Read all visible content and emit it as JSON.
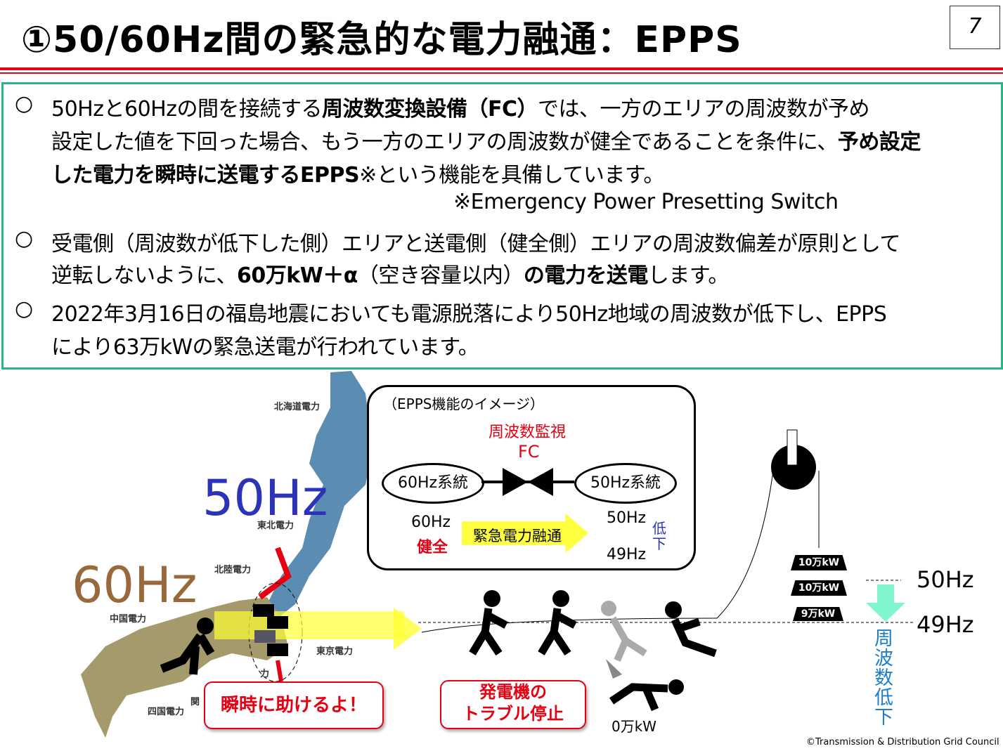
{
  "header": {
    "title": "①50/60Hz間の緊急的な電力融通：EPPS",
    "page_number": "7"
  },
  "bullets": [
    {
      "marker": "○",
      "lines": [
        [
          "50Hzと60Hzの間を接続する",
          "周波数変換設備（FC）",
          "では、一方のエリアの周波数が予め"
        ],
        [
          "設定した値を下回った場合、もう一方のエリアの周波数が健全であることを条件に、",
          "予め設定"
        ],
        [
          "した電力を瞬時に送電するEPPS",
          "※という機能を具備しています。"
        ]
      ],
      "note": "※Emergency  Power Presetting Switch"
    },
    {
      "marker": "○",
      "lines": [
        [
          "受電側（周波数が低下した側）エリアと送電側（健全側）エリアの周波数偏差が原則として"
        ],
        [
          "逆転しないように、",
          "60万kW＋α",
          "（空き容量以内）",
          "の電力を送電",
          "します。"
        ]
      ]
    },
    {
      "marker": "○",
      "lines": [
        [
          "2022年3月16日の福島地震においても電源脱落により50Hz地域の周波数が低下し、EPPS"
        ],
        [
          "により63万kWの緊急送電が行われています。"
        ]
      ]
    }
  ],
  "map": {
    "label_50hz": "50Hz",
    "label_60hz": "60Hz",
    "color_50hz": "#2b34b8",
    "color_60hz": "#98693a",
    "east_color": "#5b8db3",
    "west_color": "#a59a6c",
    "regions": {
      "hokkaido": "北海道電力",
      "tohoku": "東北電力",
      "hokuriku": "北陸電力",
      "chugoku": "中国電力",
      "tokyo": "東京電力",
      "shikoku": "四国電力",
      "kansai_partial": "関",
      "chubu_partial": "力"
    }
  },
  "epps_bubble": {
    "title": "（EPPS機能のイメージ）",
    "monitor": "周波数監視",
    "fc": "FC",
    "left_system": "60Hz系統",
    "right_system": "50Hz系統",
    "left_freq": "60Hz",
    "left_status": "健全",
    "transfer": "緊急電力融通",
    "right_freq_top": "50Hz",
    "right_freq_bottom": "49Hz",
    "drop": "低下"
  },
  "callouts": {
    "help": "瞬時に助けるよ！",
    "trouble_line1": "発電機の",
    "trouble_line2": "トラブル停止"
  },
  "generator_zero": "0万kW",
  "weights": [
    "10万kW",
    "10万kW",
    "9万kW"
  ],
  "freq_scale": {
    "top": "50Hz",
    "bottom": "49Hz",
    "label": "周波数低下"
  },
  "footer": {
    "copyright": "©Transmission & Distribution Grid Council"
  }
}
